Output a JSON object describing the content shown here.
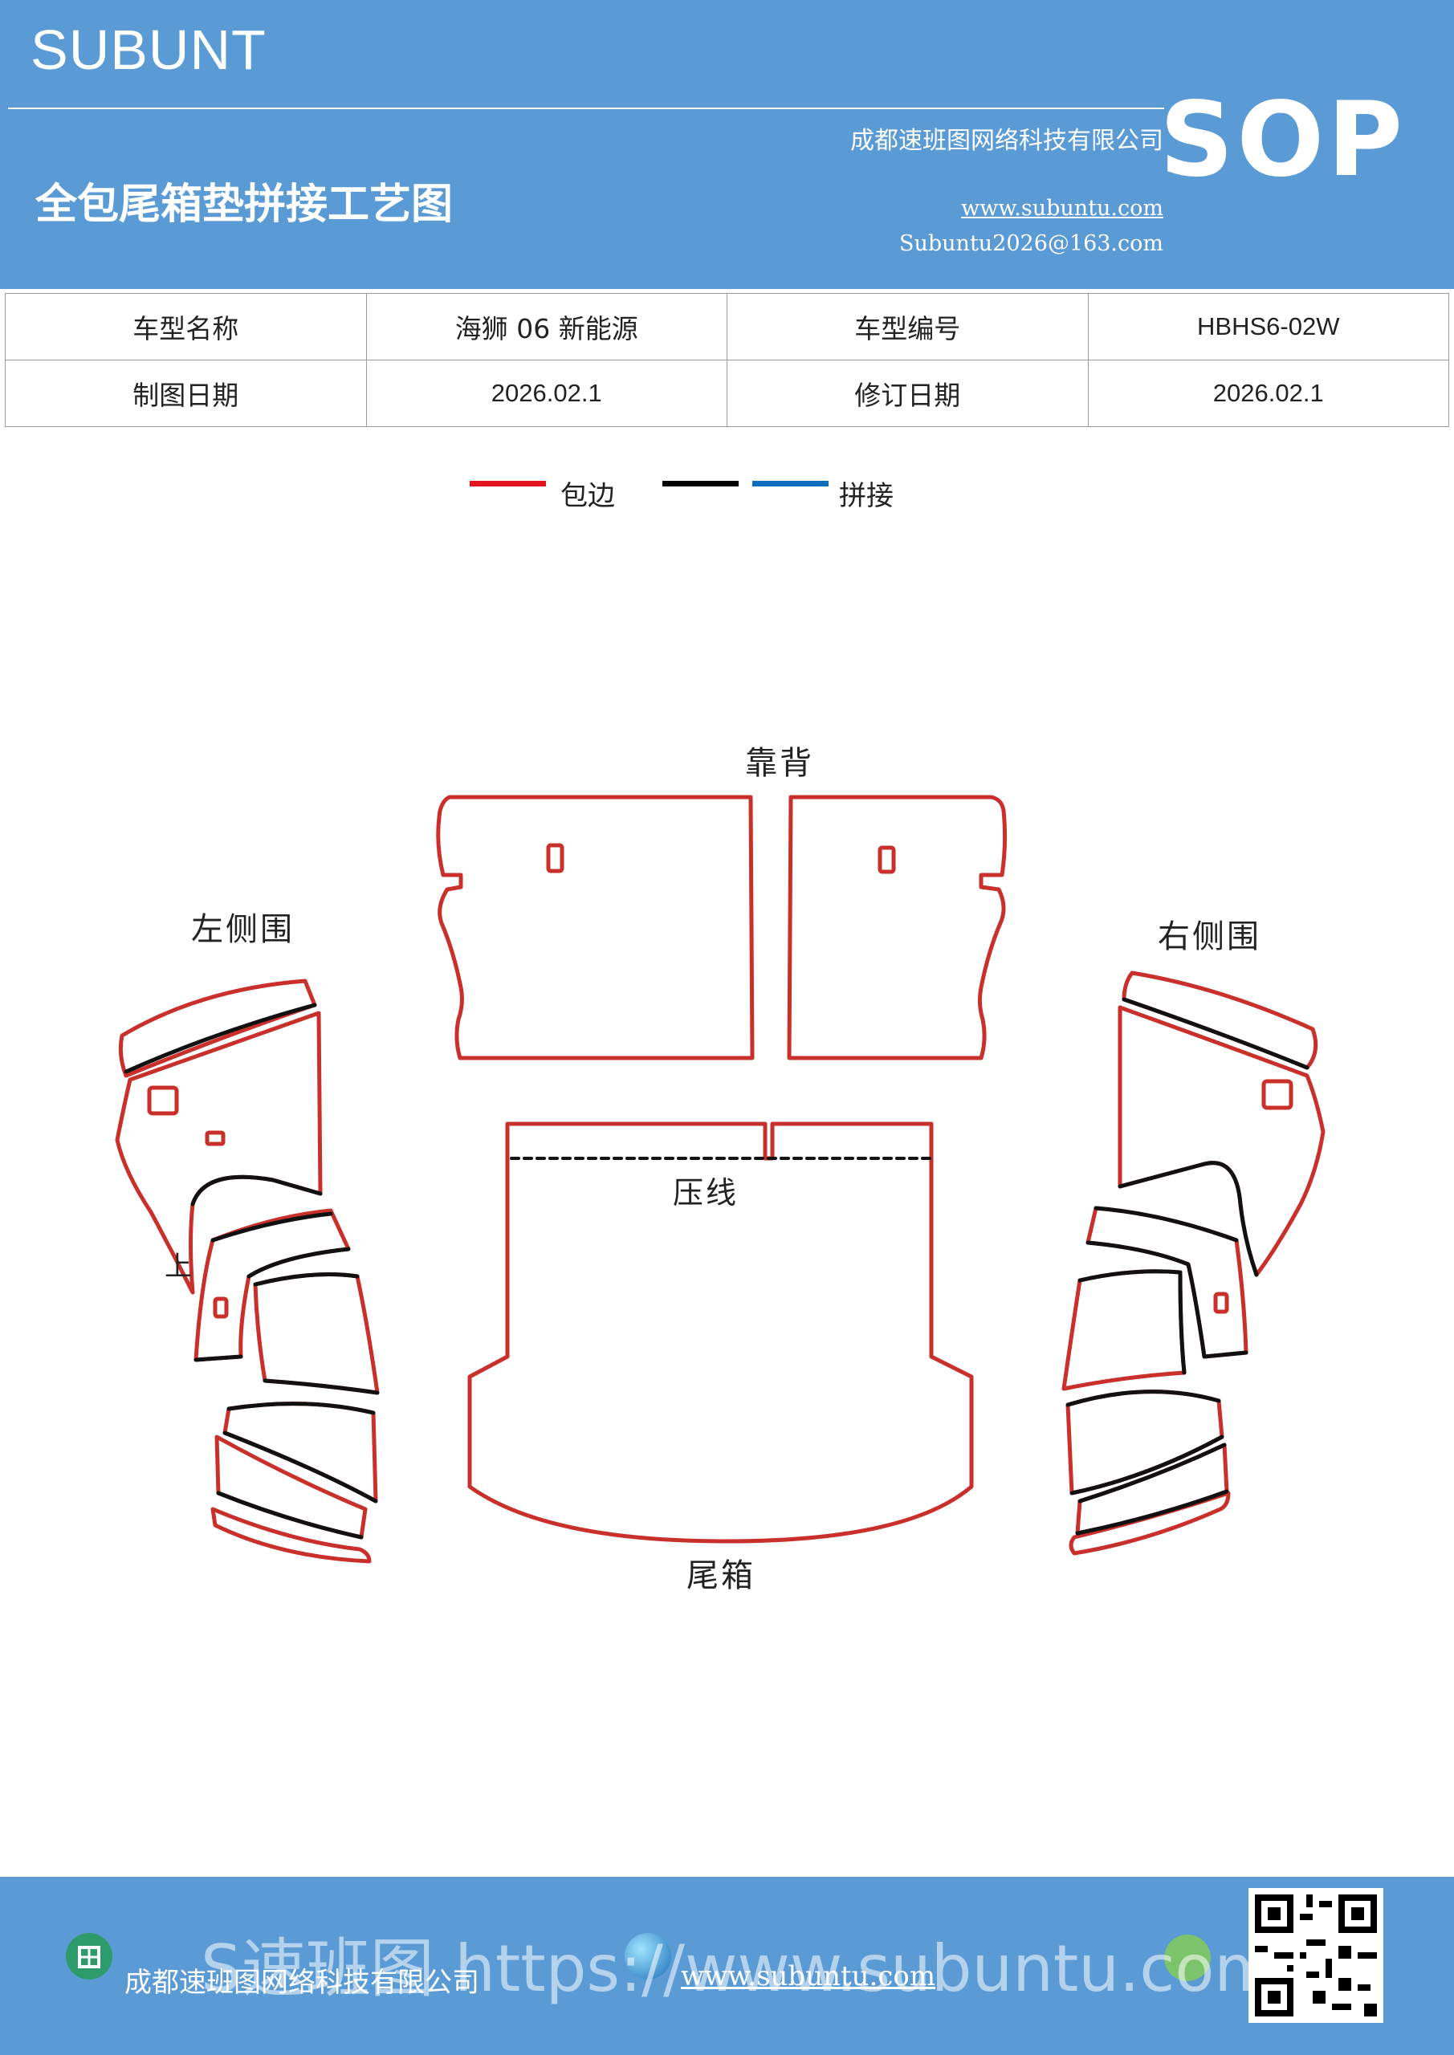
{
  "header": {
    "brand": "SUBUNT",
    "title": "全包尾箱垫拼接工艺图",
    "company": "成都速班图网络科技有限公司",
    "website": "www.subuntu.com",
    "email": "Subuntu2026@163.com",
    "badge": "SOP"
  },
  "info_table": {
    "rows": [
      [
        {
          "label": "车型名称"
        },
        {
          "value": "海狮 06 新能源"
        },
        {
          "label": "车型编号"
        },
        {
          "value": "HBHS6-02W"
        }
      ],
      [
        {
          "label": "制图日期"
        },
        {
          "value": "2026.02.1"
        },
        {
          "label": "修订日期"
        },
        {
          "value": "2026.02.1"
        }
      ]
    ]
  },
  "legend": {
    "items": [
      {
        "label": "包边",
        "color": "#e3141b"
      },
      {
        "label": "",
        "color": "#000000"
      },
      {
        "label": "拼接",
        "color": "#0a6fc1"
      }
    ]
  },
  "diagram": {
    "labels": {
      "backrest": "靠背",
      "left_side": "左侧围",
      "right_side": "右侧围",
      "press_line": "压线",
      "trunk": "尾箱",
      "top_mark": "上"
    },
    "colors": {
      "edge": "#c9302c",
      "seam": "#111111"
    }
  },
  "footer": {
    "company": "成都速班图网络科技有限公司",
    "website": "www.subuntu.com",
    "watermark": "S速班图 https://www.subuntu.com"
  }
}
